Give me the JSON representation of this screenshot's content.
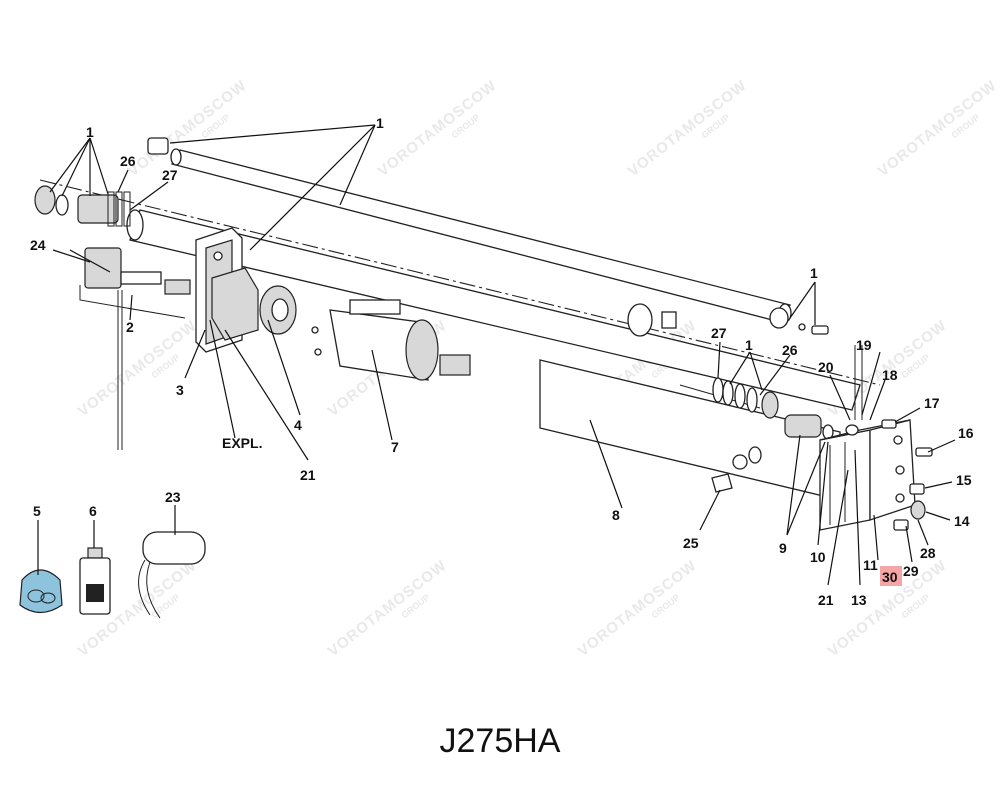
{
  "title": "J275HA",
  "watermark": {
    "text": "VOROTAMOSCOW",
    "sub": "GROUP"
  },
  "colors": {
    "highlight": "#f4a6a6",
    "line": "#222222",
    "watermark": "#e9e9e9",
    "bag": "#8ec3dd"
  },
  "labels": {
    "l1a": "1",
    "l1b": "1",
    "l1c": "1",
    "l1d": "1",
    "l2": "2",
    "l3": "3",
    "l4": "4",
    "l5": "5",
    "l6": "6",
    "l7": "7",
    "l8": "8",
    "l9": "9",
    "l10": "10",
    "l11": "11",
    "l13": "13",
    "l14": "14",
    "l15": "15",
    "l16": "16",
    "l17": "17",
    "l18": "18",
    "l19": "19",
    "l20": "20",
    "l21a": "21",
    "l21b": "21",
    "l23": "23",
    "l24": "24",
    "l25": "25",
    "l26a": "26",
    "l26b": "26",
    "l27a": "27",
    "l27b": "27",
    "l28": "28",
    "l29": "29",
    "l30": "30",
    "expl": "EXPL."
  }
}
